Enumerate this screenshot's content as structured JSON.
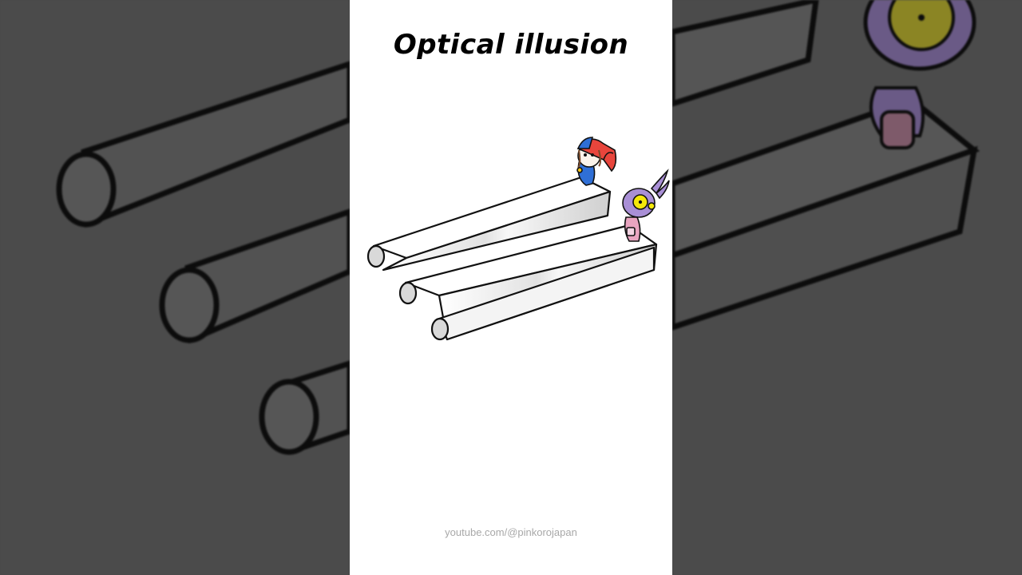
{
  "title": "Optical illusion",
  "watermark": "youtube.com/@pinkorojapan",
  "colors": {
    "background_dim": "#4a4a4a",
    "frame": "#ffffff",
    "stroke": "#111111",
    "bar_fill": "#f2f2f2",
    "bar_shade": "#cfcfcf",
    "end_cap": "#d9d9d9"
  },
  "characters": [
    {
      "name": "pomni-character",
      "colors": {
        "hat_red": "#e8453c",
        "hat_blue": "#2f6fd6",
        "body": "#2f6fd6",
        "hair": "#7a4a2a"
      }
    },
    {
      "name": "jax-character",
      "colors": {
        "body": "#a98fd6",
        "eyes": "#f5e80a",
        "overalls": "#e9a4c0"
      }
    }
  ]
}
